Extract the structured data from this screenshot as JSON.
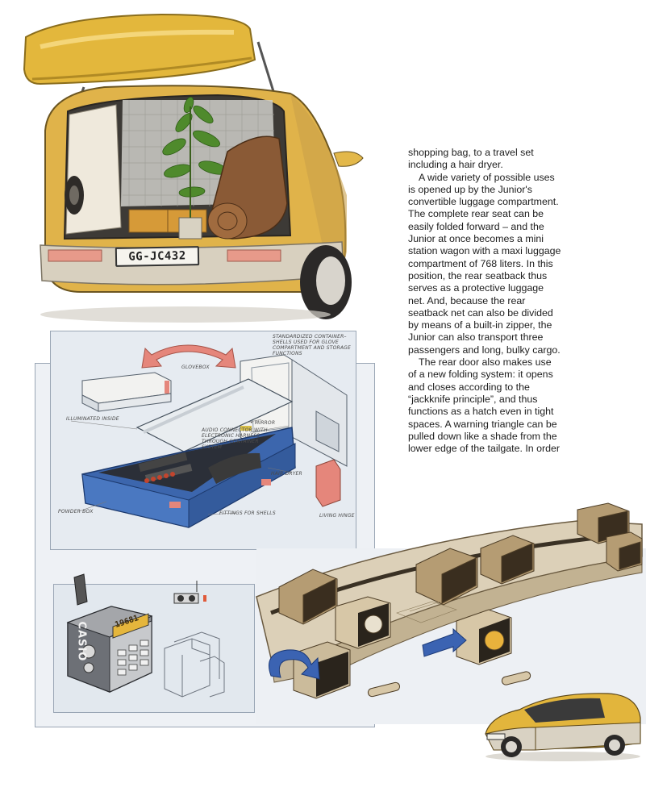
{
  "body_text": {
    "paragraphs": [
      "shopping bag, to a travel set including a hair dryer.",
      "A wide variety of possible uses is opened up by the Junior's convertible luggage compartment. The complete rear seat can be easily folded forward – and the Junior at once becomes a mini station wagon with a maxi luggage compartment of 768 liters. In this position, the rear seatback thus serves as a protective luggage net. And, because the rear seatback net can also be divided by means of a built-in zipper, the Junior can also transport three passengers and long, bulky cargo.",
      "The rear door also makes use of a new folding system: it opens and closes according to the “jackknife principle”, and thus functions as a hatch even in tight spaces. A warning triangle can be pulled down like a shade from the lower edge of the tailgate. In order"
    ]
  },
  "illustrations": {
    "rear_view": {
      "license_plate": "GG-JC432"
    },
    "luggage_sketch": {
      "labels": {
        "standardized": "STANDARDIZED CONTAINER– SHELLS USED FOR GLOVE COMPARTMENT AND STORAGE FUNCTIONS",
        "glovebox": "GLOVEBOX",
        "illuminated": "ILLUMINATED INSIDE",
        "mirror": "• MIRROR",
        "connector": "AUDIO CONNECTOR WITH ELECTRONIC HARNESS THROUGH CONTAINER SYSTEM",
        "hairdryer": "HAIR DRYER",
        "powder": "POWDER BOX",
        "fittings": "FITTINGS FOR SHELLS",
        "living_hinge": "LIVING HINGE"
      }
    },
    "radio_sketch": {
      "display": "19681",
      "brand": "CASIO"
    }
  },
  "colors": {
    "car_yellow": "#e2b53c",
    "car_body_gray": "#d9d2c3",
    "module_tan": "#b59c73",
    "panel_blue_gray": "#e6ebf1",
    "case_blue": "#3c66ad",
    "accent_red": "#e5867b",
    "text": "#1d1d1d"
  }
}
